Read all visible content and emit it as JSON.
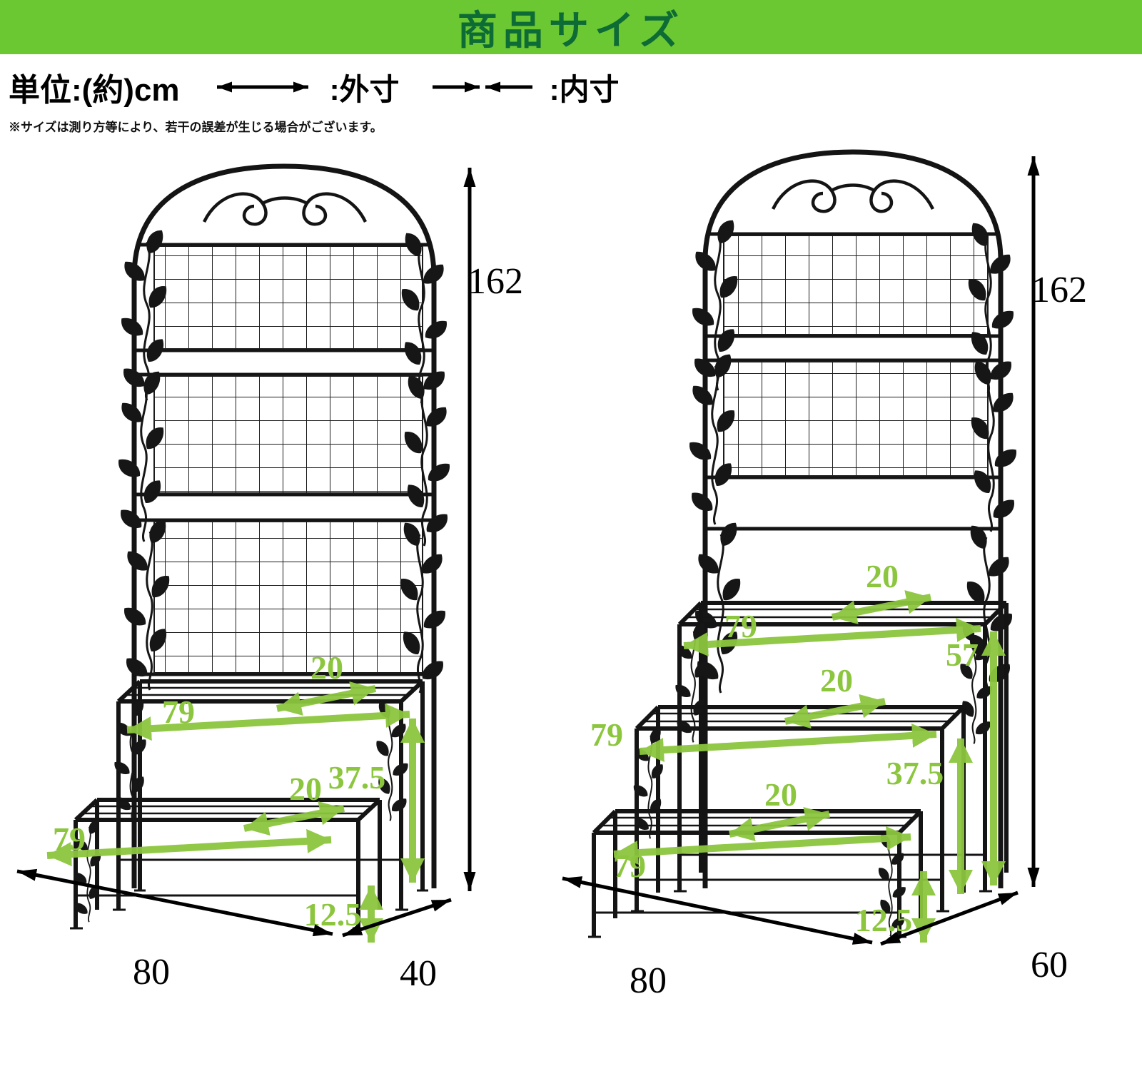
{
  "header": {
    "title": "商品サイズ"
  },
  "legend": {
    "unit": "単位:(約)cm",
    "outer": ":外寸",
    "inner": ":内寸"
  },
  "note": "※サイズは測り方等により、若干の誤差が生じる場合がございます。",
  "left": {
    "height": "162",
    "width": "80",
    "depth": "40",
    "t1_depth": "20",
    "t1_width": "79",
    "t1_height": "37.5",
    "t2_depth": "20",
    "t2_width": "79",
    "t2_height": "12.5"
  },
  "right": {
    "height": "162",
    "width": "80",
    "depth": "60",
    "t1_depth": "20",
    "t1_width": "79",
    "t1_height": "57",
    "t2_depth": "20",
    "t2_width": "79",
    "t2_height": "37.5",
    "t3_depth": "20",
    "t3_width": "79",
    "t3_height": "12.5"
  },
  "colors": {
    "header_bg": "#6cc832",
    "header_text": "#0d6b35",
    "dim_green": "#8cc63e",
    "line_black": "#000000"
  }
}
